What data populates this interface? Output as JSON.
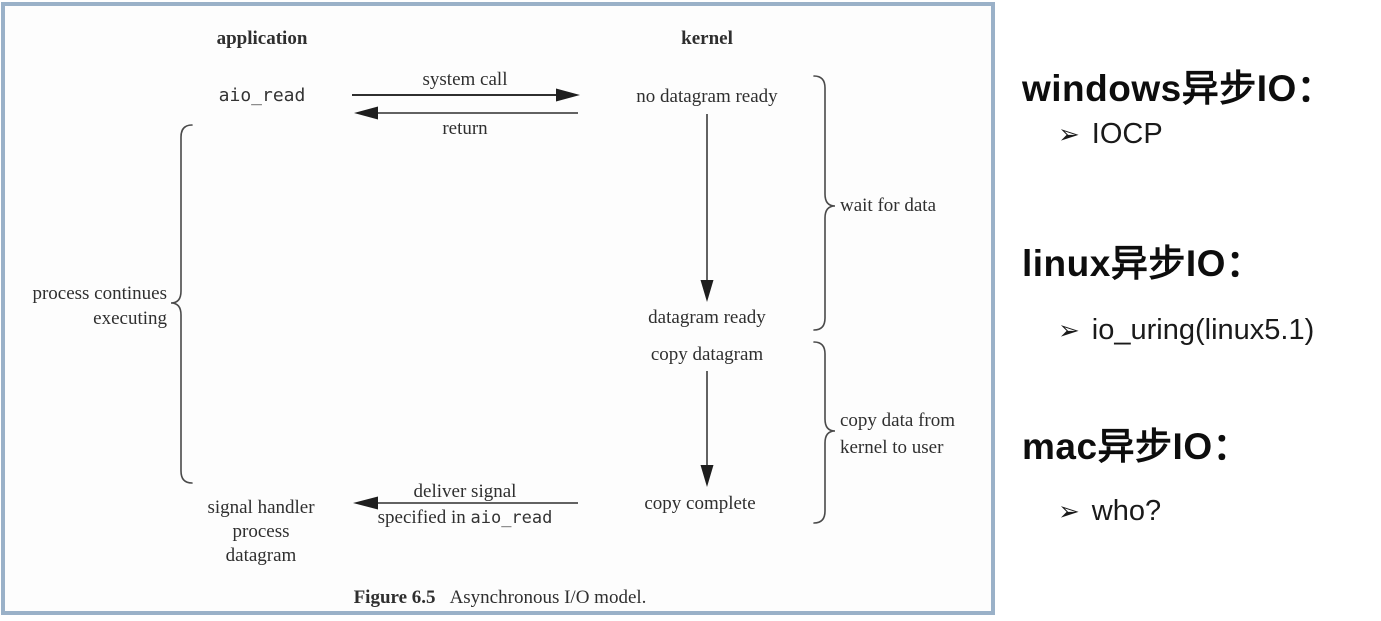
{
  "diagram": {
    "col_application": "application",
    "col_kernel": "kernel",
    "aio_read": "aio_read",
    "system_call": "system call",
    "return_label": "return",
    "no_datagram_ready": "no datagram ready",
    "wait_for_data": "wait for data",
    "datagram_ready": "datagram ready",
    "copy_datagram": "copy datagram",
    "copy_data_from_line1": "copy data from",
    "copy_data_from_line2": "kernel to user",
    "copy_complete": "copy complete",
    "process_continues_line1": "process continues",
    "process_continues_line2": "executing",
    "signal_handler_line1": "signal handler",
    "signal_handler_line2": "process",
    "signal_handler_line3": "datagram",
    "deliver_signal": "deliver signal",
    "specified_in_prefix": "specified in",
    "specified_in_code": "aio_read",
    "caption_bold": "Figure 6.5",
    "caption_text": "Asynchronous I/O model.",
    "border_color": "#9ab1c8"
  },
  "notes": {
    "bullet_glyph": "➢",
    "sections": [
      {
        "heading": "windows异步IO：",
        "items": [
          "IOCP"
        ]
      },
      {
        "heading": "linux异步IO：",
        "items": [
          "io_uring(linux5.1)"
        ]
      },
      {
        "heading": "mac异步IO：",
        "items": [
          "who?"
        ]
      }
    ]
  }
}
